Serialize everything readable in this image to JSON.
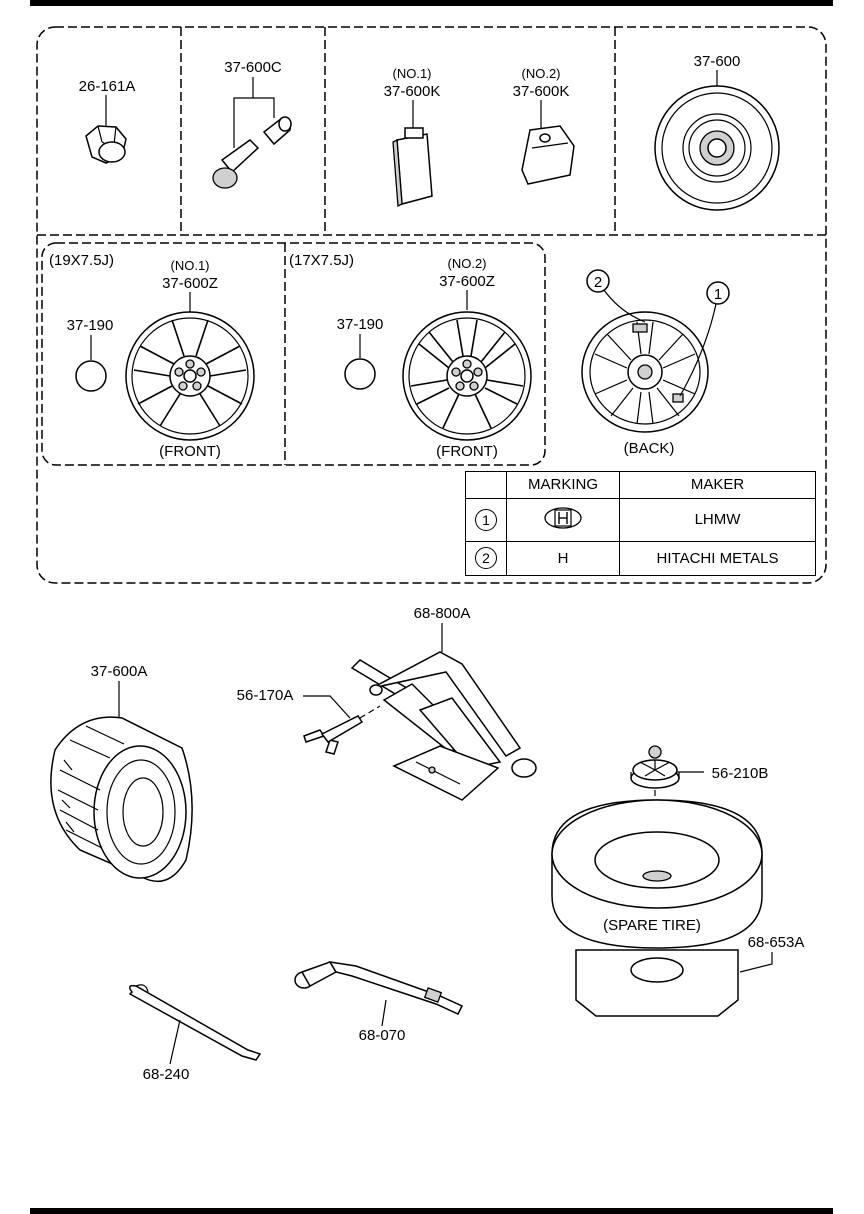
{
  "parts": {
    "p26_161A": "26-161A",
    "p37_600C": "37-600C",
    "p37_600K_no1_tag": "(NO.1)",
    "p37_600K_no1": "37-600K",
    "p37_600K_no2_tag": "(NO.2)",
    "p37_600K_no2": "37-600K",
    "p37_600": "37-600",
    "wheel19_size": "(19X7.5J)",
    "wheel19_tag": "(NO.1)",
    "wheel19_part": "37-600Z",
    "cap19": "37-190",
    "wheel19_view": "(FRONT)",
    "wheel17_size": "(17X7.5J)",
    "wheel17_tag": "(NO.2)",
    "wheel17_part": "37-600Z",
    "cap17": "37-190",
    "wheel17_view": "(FRONT)",
    "back_view": "(BACK)",
    "callout_1": "1",
    "callout_2": "2",
    "p37_600A": "37-600A",
    "p56_170A": "56-170A",
    "p68_800A": "68-800A",
    "p56_210B": "56-210B",
    "spare_tire": "(SPARE TIRE)",
    "p68_653A": "68-653A",
    "p68_070": "68-070",
    "p68_240": "68-240"
  },
  "marking_table": {
    "headers": [
      "",
      "MARKING",
      "MAKER"
    ],
    "rows": [
      {
        "id": "1",
        "marking": "",
        "marking_icon": "lhmw-logo-icon",
        "maker": "LHMW"
      },
      {
        "id": "2",
        "marking": "H",
        "maker": "HITACHI METALS"
      }
    ]
  }
}
